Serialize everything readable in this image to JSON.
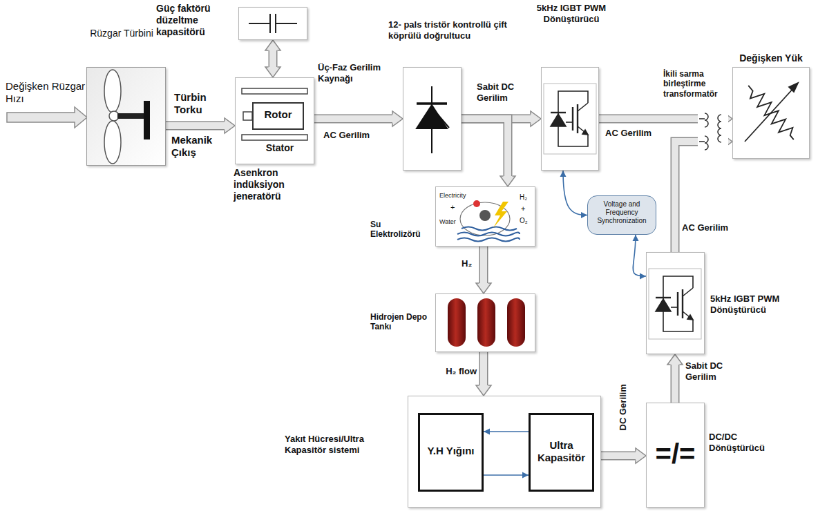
{
  "diagram": {
    "nodes": [
      {
        "text": [
          "Rüzgar Türbini"
        ]
      },
      {
        "text": [
          "Güç faktörü düzeltme kapasitörü"
        ]
      },
      {
        "text": [
          "Stator",
          "Asenkron indüksiyon jeneratörü"
        ]
      },
      {
        "text": [
          "Rotor"
        ],
        "in": 2
      },
      {
        "text": [
          "12- pals tristör kontrollü çift köprülü doğrultucu"
        ]
      },
      {
        "text": [
          "5kHz IGBT PWM Dönüştürücü"
        ]
      },
      {
        "text": [
          "Değişken Yük"
        ]
      },
      {
        "text": [
          "Su Elektrolizörü"
        ]
      },
      {
        "text": [
          "Hidrojen Depo Tankı"
        ]
      },
      {
        "text": [
          "Voltage and Frequency Synchronization"
        ]
      },
      {
        "text": [
          "5kHz IGBT PWM Dönüştürücü"
        ]
      },
      {
        "text": [
          "Yakıt Hücresi/Ultra Kapasitör sistemi"
        ]
      },
      {
        "text": [
          "Y.H Yığını"
        ],
        "in": 11
      },
      {
        "text": [
          "Ultra Kapasitör"
        ],
        "in": 11
      },
      {
        "text": [
          "=/=",
          "DC/DC Dönüştürücü"
        ]
      }
    ],
    "edges": [
      {
        "from": 0,
        "to": 2,
        "arrow": "to",
        "label": "Türbin Torku"
      },
      {
        "from": 1,
        "to": 2,
        "arrow": "both"
      },
      {
        "from": 2,
        "to": 4,
        "arrow": "to",
        "label": "AC Gerilim"
      },
      {
        "from": 4,
        "to": 5,
        "arrow": "to",
        "label": "Sabit DC Gerilim"
      },
      {
        "from": 4,
        "to": 7,
        "arrow": "to"
      },
      {
        "from": 5,
        "to": 6,
        "arrow": "to",
        "label": "AC Gerilim"
      },
      {
        "from": 7,
        "to": 8,
        "arrow": "to",
        "label": "H₂"
      },
      {
        "from": 8,
        "to": 11,
        "arrow": "to",
        "label": "H₂ flow"
      },
      {
        "from": 13,
        "to": 12,
        "arrow": "to"
      },
      {
        "from": 12,
        "to": 13,
        "arrow": "to"
      },
      {
        "from": 11,
        "to": 14,
        "arrow": "to",
        "label": "DC Gerilim"
      },
      {
        "from": 14,
        "to": 10,
        "arrow": "to",
        "label": "Sabit DC Gerilim"
      },
      {
        "from": 10,
        "to": 6,
        "arrow": "to",
        "label": "AC Gerilim"
      },
      {
        "from": 5,
        "to": 9,
        "arrow": "both"
      },
      {
        "from": 9,
        "to": 10,
        "arrow": "both"
      }
    ],
    "labels": [
      "Değişken Rüzgar Hızı",
      "Mekanik Çıkış",
      "Üç-Faz Gerilim Kaynağı",
      "İkili sarma birleştirme transformatör",
      "Electricity",
      "+",
      "Water",
      "H₂",
      "+",
      "O₂"
    ]
  }
}
